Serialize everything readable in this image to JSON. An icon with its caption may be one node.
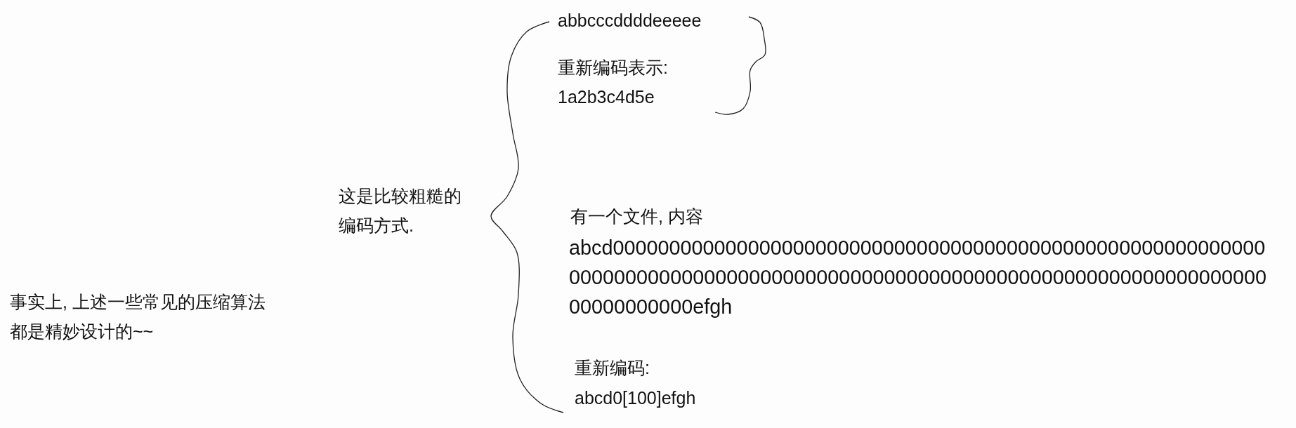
{
  "diagram": {
    "labels": [
      "abbcccddddeeeee",
      "重新编码表示:",
      "1a2b3c4d5e",
      "这是比较粗糙的编码方式.",
      "有一个文件, 内容",
      "abcd00000000000000000000000000000000000000000000000000000000000000000000000000000000000000000000000000000000000000000000000000000000000efgh",
      "事实上, 上述一些常见的压缩算法都是精妙设计的~~",
      "重新编码:",
      "abcd0[100]efgh"
    ]
  }
}
